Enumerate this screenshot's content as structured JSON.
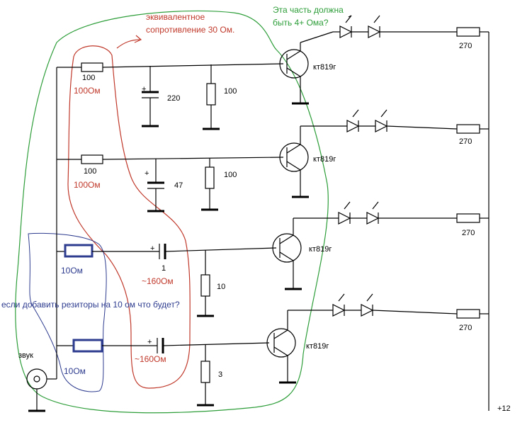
{
  "components": {
    "r1": "100",
    "r2": "100",
    "r3": "100",
    "r4": "100",
    "r5": "10",
    "r6": "3",
    "c1": "220",
    "c2": "47",
    "c3": "1",
    "rc1": "270",
    "rc2": "270",
    "rc3": "270",
    "rc4": "270",
    "tr1": "кт819г",
    "tr2": "кт819г",
    "tr3": "кт819г",
    "tr4": "кт819г",
    "input": "звук",
    "supply": "+12",
    "plus": "+"
  },
  "annotations": {
    "equiv": "эквивалентное",
    "equiv2": "сопротивление 30 Ом.",
    "green1": "Эта часть должна",
    "green2": "быть 4+ Ома?",
    "red100a": "100Ом",
    "red100b": "100Ом",
    "red160a": "~160Ом",
    "red160b": "~160Ом",
    "blue10a": "10Ом",
    "blue10b": "10Ом",
    "question": "если добавить резиторы на 10 ом что будет?"
  },
  "colors": {
    "red": "#c0392b",
    "green": "#2e9e3a",
    "blue": "#2e3c8f"
  }
}
